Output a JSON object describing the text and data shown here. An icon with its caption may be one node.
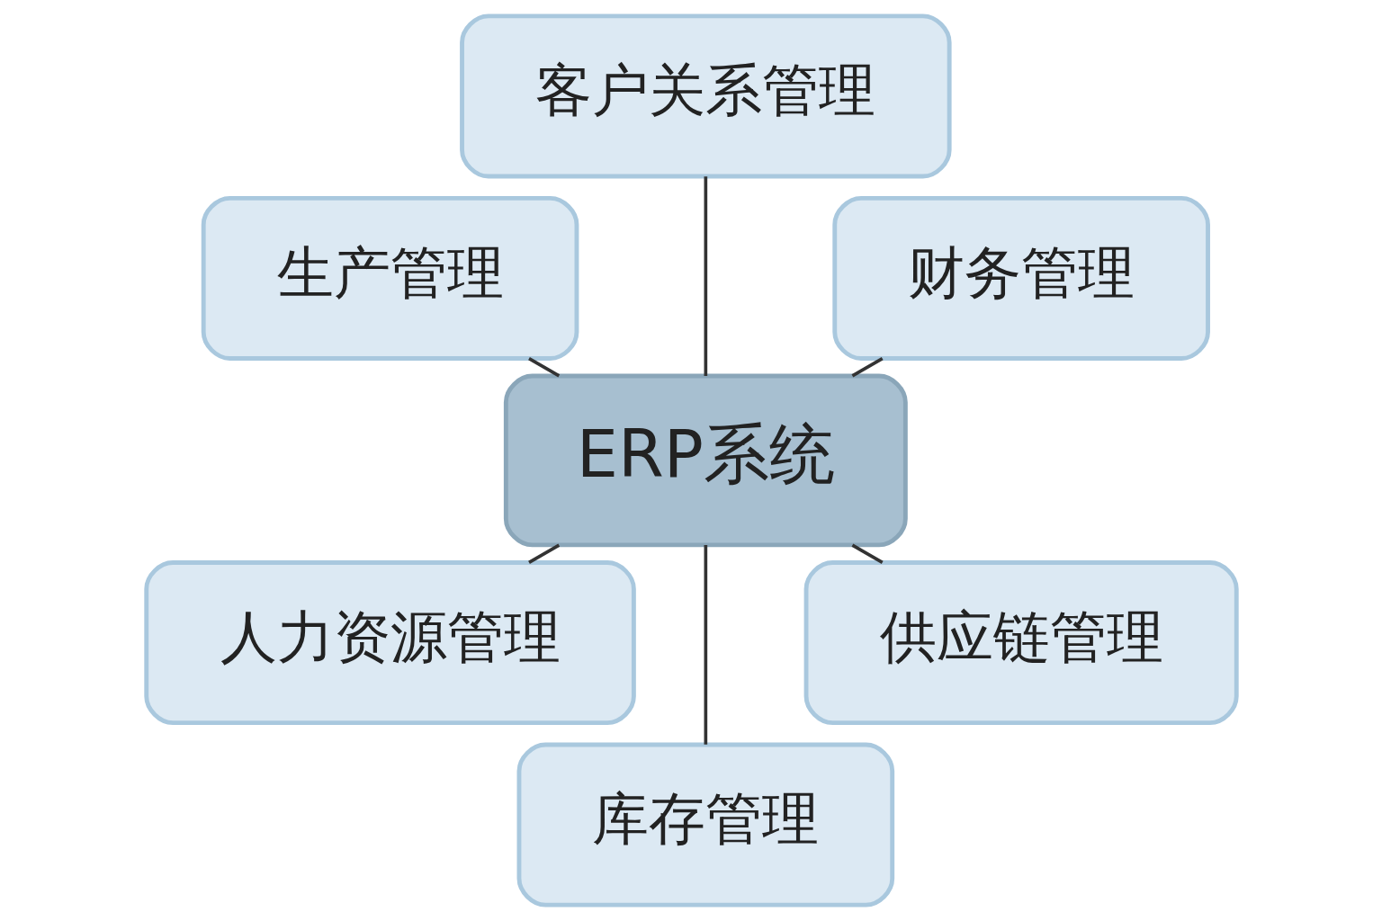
{
  "diagram": {
    "nodes": [
      {
        "text": [
          "财务管理"
        ]
      },
      {
        "text": [
          "客户关系管理"
        ]
      },
      {
        "text": [
          "生产管理"
        ]
      },
      {
        "text": [
          "ERP系统"
        ]
      },
      {
        "text": [
          "人力资源管理"
        ]
      },
      {
        "text": [
          "库存管理"
        ]
      },
      {
        "text": [
          "供应链管理"
        ]
      }
    ],
    "edges": [
      {
        "from": 3,
        "to": 0,
        "arrow": "none"
      },
      {
        "from": 3,
        "to": 1,
        "arrow": "none"
      },
      {
        "from": 3,
        "to": 2,
        "arrow": "none"
      },
      {
        "from": 3,
        "to": 4,
        "arrow": "none"
      },
      {
        "from": 3,
        "to": 5,
        "arrow": "none"
      },
      {
        "from": 3,
        "to": 6,
        "arrow": "none"
      }
    ]
  }
}
